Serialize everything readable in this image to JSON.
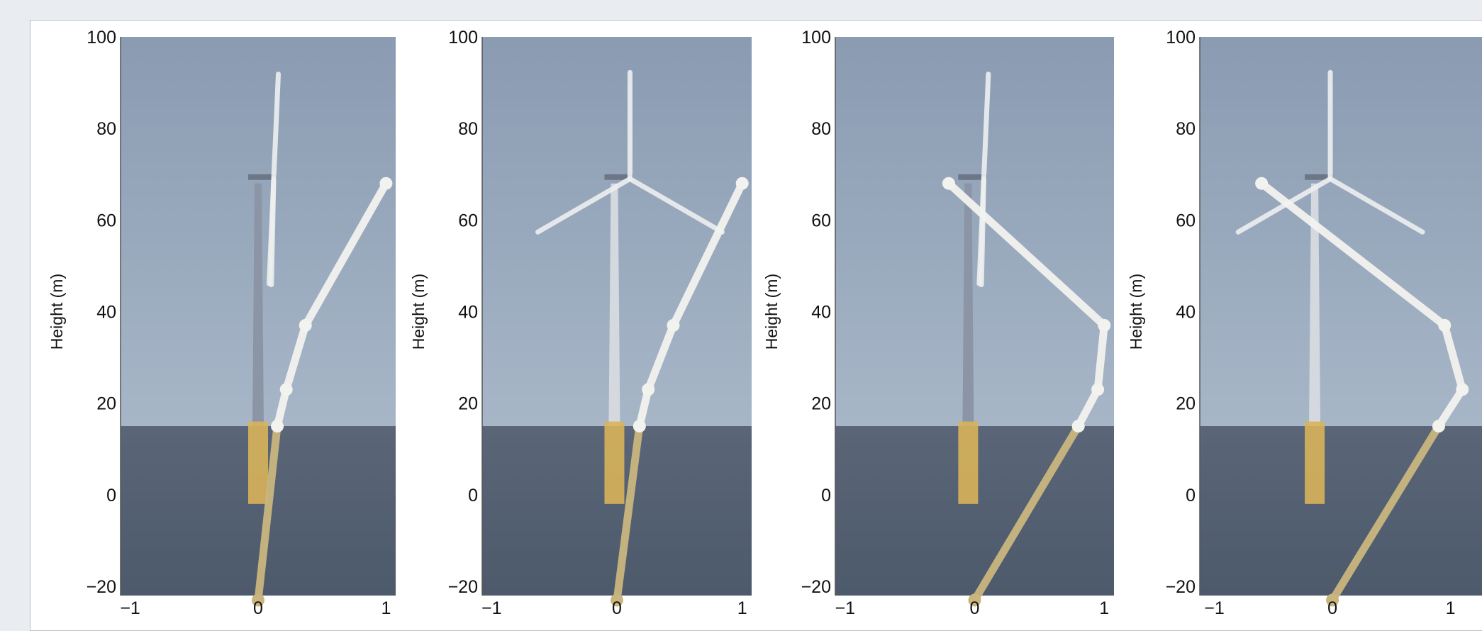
{
  "chart_data": {
    "type": "line",
    "ylabel": "Height (m)",
    "ylim": [
      -22,
      100
    ],
    "xlim": [
      -1,
      1
    ],
    "yticks": [
      "100",
      "80",
      "60",
      "40",
      "20",
      "0",
      "−20"
    ],
    "xticks": [
      "−1",
      "0",
      "1"
    ],
    "grid": false,
    "legend": "none",
    "colors": {
      "above_water_line": "#f2f2ef",
      "submerged_line": "#c9b57e",
      "sky_light": "#a7b6c7",
      "sky_dark": "#8a9bb2",
      "sea": "#4d5a6b",
      "tower": "#8a94a3",
      "foundation": "#d8b35a"
    },
    "panels": [
      {
        "name": "panel-1",
        "series": [
          {
            "x": [
              0.0,
              0.15
            ],
            "y": [
              -23,
              15
            ]
          },
          {
            "x": [
              0.15,
              0.22,
              0.37,
              1.0
            ],
            "y": [
              15,
              23,
              37,
              68
            ]
          }
        ]
      },
      {
        "name": "panel-2",
        "series": [
          {
            "x": [
              0.0,
              0.18
            ],
            "y": [
              -23,
              15
            ]
          },
          {
            "x": [
              0.18,
              0.25,
              0.45,
              1.0
            ],
            "y": [
              15,
              23,
              37,
              68
            ]
          }
        ]
      },
      {
        "name": "panel-3",
        "series": [
          {
            "x": [
              0.0,
              0.8
            ],
            "y": [
              -23,
              15
            ]
          },
          {
            "x": [
              0.8,
              0.95,
              1.0,
              -0.2
            ],
            "y": [
              15,
              23,
              37,
              68
            ]
          }
        ]
      },
      {
        "name": "panel-4",
        "series": [
          {
            "x": [
              0.0,
              0.9
            ],
            "y": [
              -23,
              15
            ]
          },
          {
            "x": [
              0.9,
              1.1,
              0.95,
              -0.6
            ],
            "y": [
              15,
              23,
              37,
              68
            ]
          }
        ]
      }
    ]
  }
}
